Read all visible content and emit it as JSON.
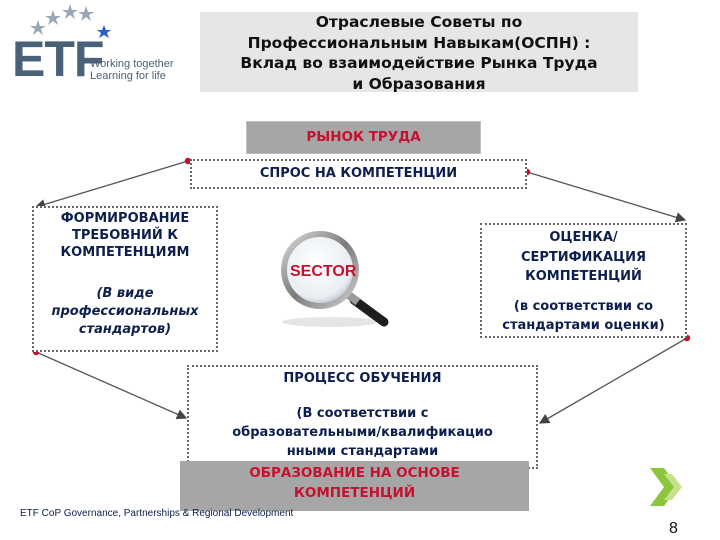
{
  "logo": {
    "letters": "ETF",
    "tagline_line1": "Working together",
    "tagline_line2": "Learning for life"
  },
  "title": "Отраслевые Советы по\nПрофессиональным Навыкам(ОСПН) :\nВклад во взаимодействие Рынка Труда\nи Образования",
  "labor_market": "РЫНОК ТРУДА",
  "demand": "СПРОС НА КОМПЕТЕНЦИИ",
  "left": {
    "title": "ФОРМИРОВАНИЕ\nТРЕБОВНИЙ К\nКОМПЕТЕНЦИЯМ",
    "subtitle": "(В виде\nпрофессиональных\nстандартов)"
  },
  "right": {
    "title": "ОЦЕНКА/\nСЕРТИФИКАЦИЯ\nКОМПЕТЕНЦИЙ",
    "subtitle": "(в соответствии со\nстандартами оценки)"
  },
  "center_label": "SECTOR",
  "bottom": {
    "title": "ПРОЦЕСС ОБУЧЕНИЯ",
    "subtitle": "(В соответствии с\nобразовательными/квалификацио\nнными стандартами"
  },
  "education": "ОБРАЗОВАНИЕ НА ОСНОВЕ\nКОМПЕТЕНЦИЙ",
  "footer": "ETF CoP Governance, Partnerships & Regional Development",
  "page_number": "8",
  "colors": {
    "accent_red": "#c8102e",
    "navy": "#0d1f4d",
    "grey_box": "#a6a6a6",
    "title_bg": "#e6e6e6",
    "logo_blue": "#4a6179",
    "chevron_green": "#8cc63f"
  }
}
